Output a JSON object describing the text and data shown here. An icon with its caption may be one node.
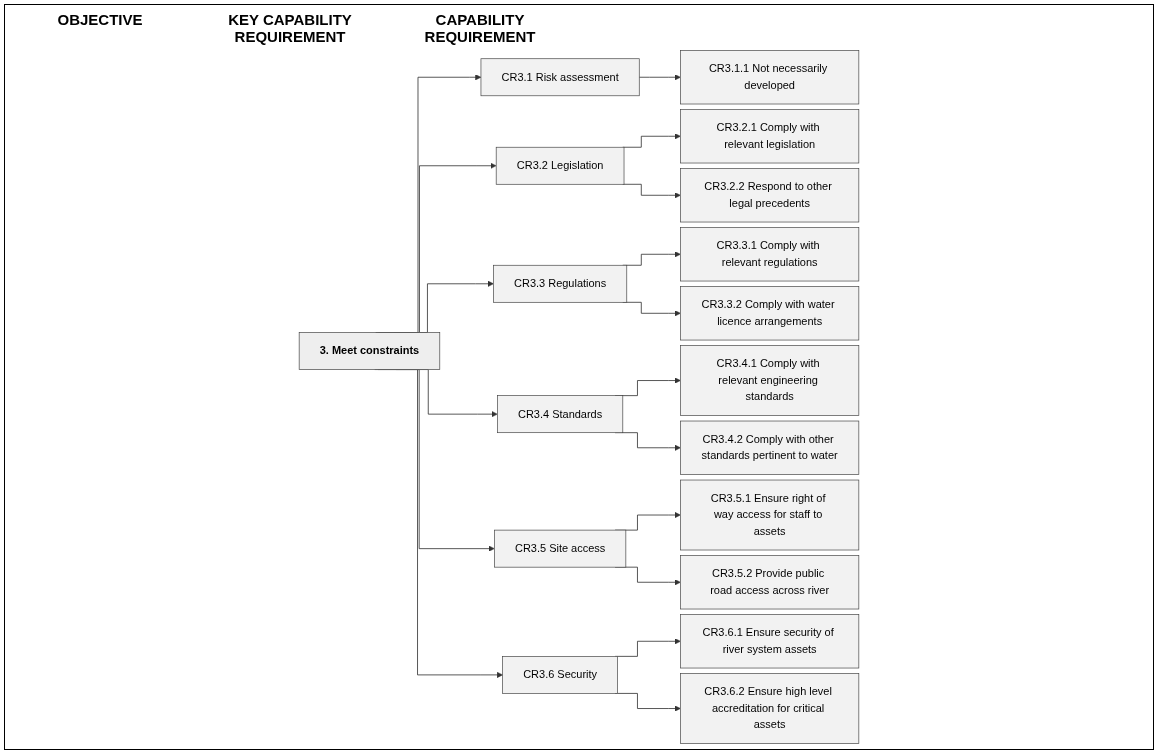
{
  "diagram": {
    "nodes": [
      {
        "text": [
          "3. Meet constraints"
        ]
      },
      {
        "text": [
          "CR3.1 Risk assessment"
        ]
      },
      {
        "text": [
          "CR3.1.1 Not necessarily developed"
        ]
      },
      {
        "text": [
          "CR3.2 Legislation"
        ]
      },
      {
        "text": [
          "CR3.2.1 Comply with relevant legislation"
        ]
      },
      {
        "text": [
          "CR3.2.2 Respond to other legal precedents"
        ]
      },
      {
        "text": [
          "CR3.3 Regulations"
        ]
      },
      {
        "text": [
          "CR3.3.1 Comply with relevant regulations"
        ]
      },
      {
        "text": [
          "CR3.3.2 Comply with water licence arrangements"
        ]
      },
      {
        "text": [
          "CR3.4 Standards"
        ]
      },
      {
        "text": [
          "CR3.4.1 Comply with relevant engineering standards"
        ]
      },
      {
        "text": [
          "CR3.4.2 Comply with other standards pertinent to water"
        ]
      },
      {
        "text": [
          "CR3.5 Site access"
        ]
      },
      {
        "text": [
          "CR3.5.1 Ensure right of way access for staff to assets"
        ]
      },
      {
        "text": [
          "CR3.5.2 Provide public road access across river"
        ]
      },
      {
        "text": [
          "CR3.6 Security"
        ]
      },
      {
        "text": [
          "CR3.6.1 Ensure security of river system assets"
        ]
      },
      {
        "text": [
          "CR3.6.2 Ensure high level accreditation for critical assets"
        ]
      }
    ],
    "edges": [
      {
        "from": 0,
        "to": 1,
        "arrow": "to"
      },
      {
        "from": 1,
        "to": 2,
        "arrow": "to"
      },
      {
        "from": 0,
        "to": 3,
        "arrow": "to"
      },
      {
        "from": 3,
        "to": 4,
        "arrow": "to"
      },
      {
        "from": 3,
        "to": 5,
        "arrow": "to"
      },
      {
        "from": 0,
        "to": 6,
        "arrow": "to"
      },
      {
        "from": 6,
        "to": 7,
        "arrow": "to"
      },
      {
        "from": 6,
        "to": 8,
        "arrow": "to"
      },
      {
        "from": 0,
        "to": 9,
        "arrow": "to"
      },
      {
        "from": 9,
        "to": 10,
        "arrow": "to"
      },
      {
        "from": 9,
        "to": 11,
        "arrow": "to"
      },
      {
        "from": 0,
        "to": 12,
        "arrow": "to"
      },
      {
        "from": 12,
        "to": 13,
        "arrow": "to"
      },
      {
        "from": 12,
        "to": 14,
        "arrow": "to"
      },
      {
        "from": 0,
        "to": 15,
        "arrow": "to"
      },
      {
        "from": 15,
        "to": 16,
        "arrow": "to"
      },
      {
        "from": 15,
        "to": 17,
        "arrow": "to"
      }
    ],
    "labels": [
      "OBJECTIVE",
      "KEY CAPABILITY REQUIREMENT",
      "CAPABILITY REQUIREMENT"
    ]
  }
}
